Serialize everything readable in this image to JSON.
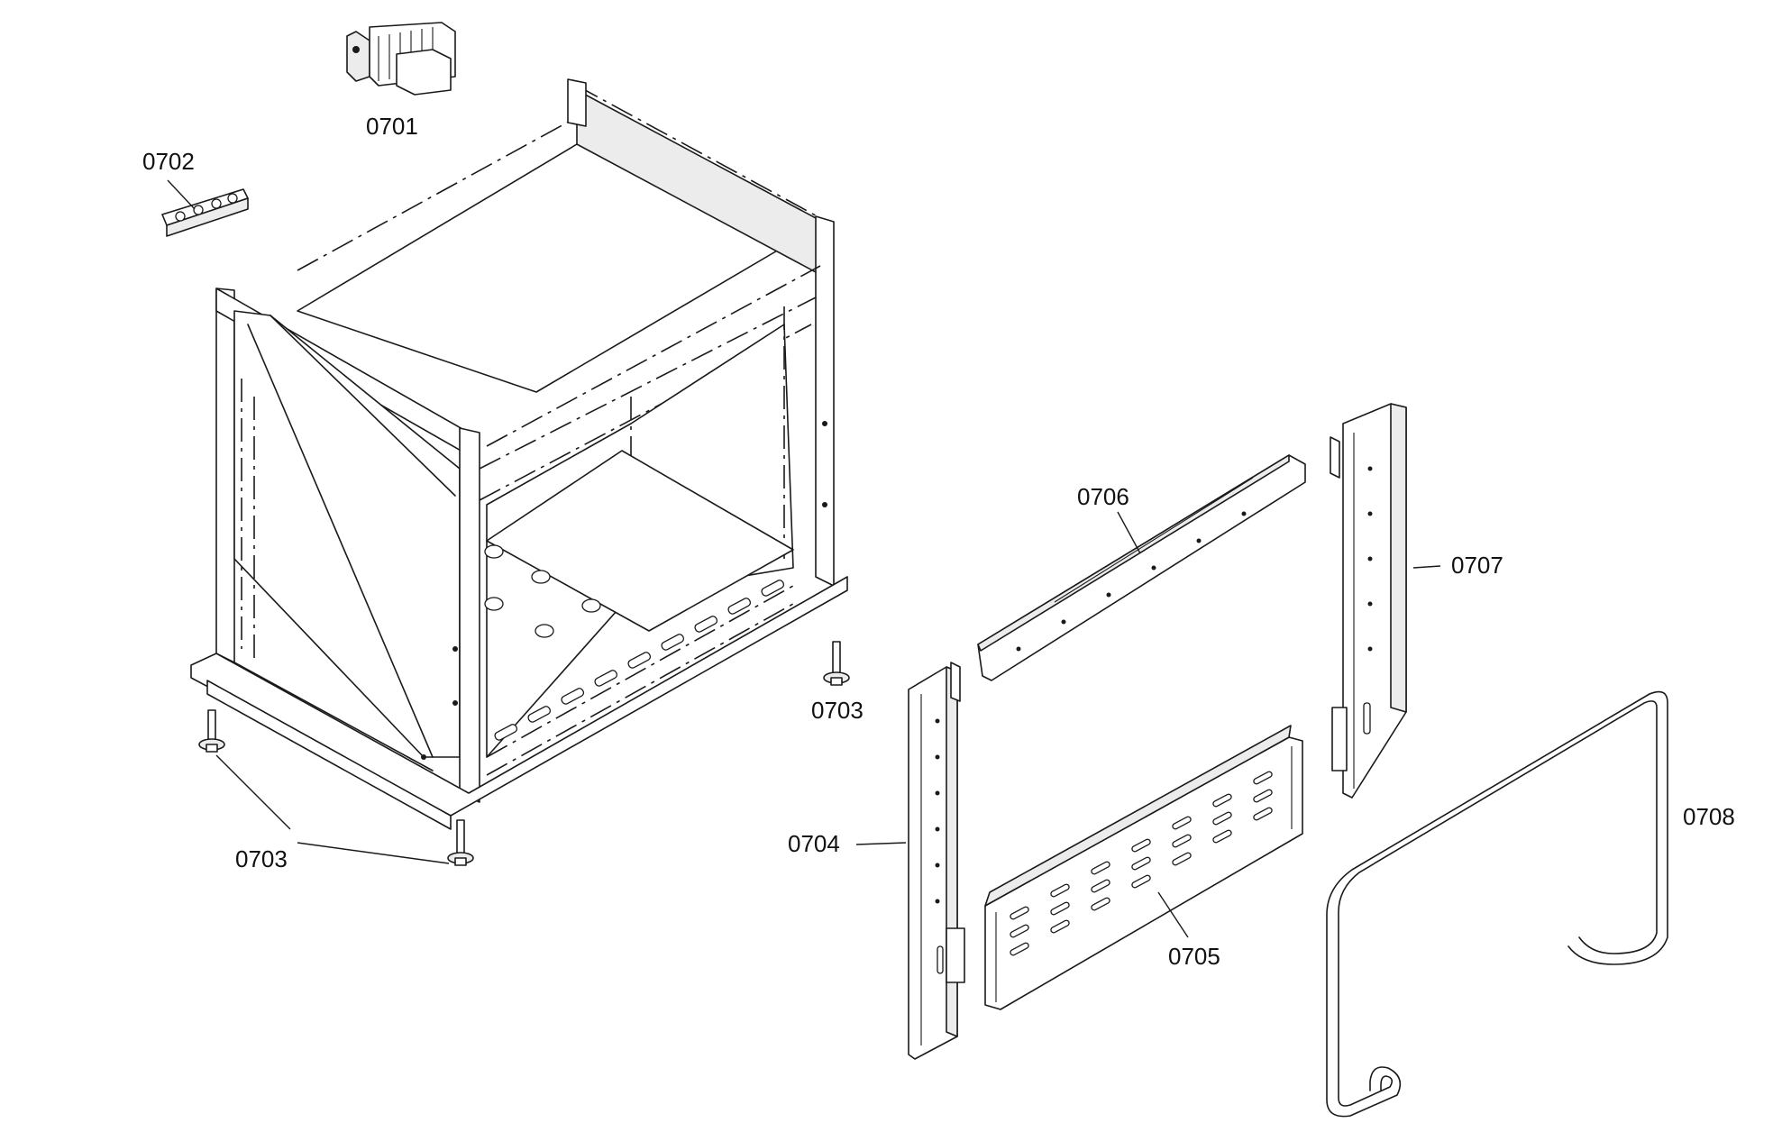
{
  "parts": [
    {
      "id": "0701",
      "label": "0701",
      "icon": "blower-motor-icon"
    },
    {
      "id": "0702",
      "label": "0702",
      "icon": "terminal-block-icon"
    },
    {
      "id": "0703a",
      "label": "0703",
      "icon": "leveling-leg-icon"
    },
    {
      "id": "0703b",
      "label": "0703",
      "icon": "leveling-leg-icon"
    },
    {
      "id": "0704",
      "label": "0704",
      "icon": "side-trim-left-icon"
    },
    {
      "id": "0705",
      "label": "0705",
      "icon": "vented-panel-icon"
    },
    {
      "id": "0706",
      "label": "0706",
      "icon": "top-trim-icon"
    },
    {
      "id": "0707",
      "label": "0707",
      "icon": "side-trim-right-icon"
    },
    {
      "id": "0708",
      "label": "0708",
      "icon": "handle-rail-icon"
    }
  ]
}
